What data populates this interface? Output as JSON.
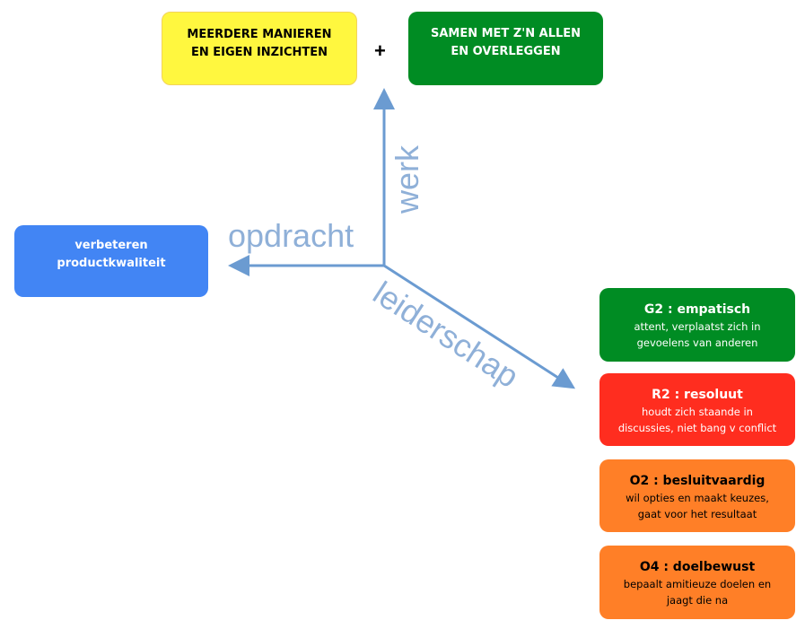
{
  "top_boxes": [
    {
      "text_1": "MEERDERE MANIEREN",
      "text_2": "EN EIGEN INZICHTEN",
      "color": "#fff73f"
    },
    {
      "text_1": "SAMEN MET Z'N ALLEN",
      "text_2": "EN OVERLEGGEN",
      "color": "#008c23"
    }
  ],
  "plus": "+",
  "left_box": {
    "text_1": "verbeteren",
    "text_2": "productkwaliteit",
    "color": "#4285f4"
  },
  "axes": {
    "up": "werk",
    "left": "opdracht",
    "diagonal": "leiderschap",
    "color": "#6b9bd1"
  },
  "right_boxes": [
    {
      "title": "G2 : empatisch",
      "desc_1": "attent, verplaatst zich in",
      "desc_2": "gevoelens van anderen",
      "color": "#008c23"
    },
    {
      "title": "R2 : resoluut",
      "desc_1": "houdt zich staande in",
      "desc_2": "discussies, niet bang v conflict",
      "color": "#ff2d1f"
    },
    {
      "title": "O2 : besluitvaardig",
      "desc_1": "wil opties en maakt keuzes,",
      "desc_2": "gaat voor het resultaat",
      "color": "#ff7f27"
    },
    {
      "title": "O4 : doelbewust",
      "desc_1": "bepaalt amitieuze doelen en",
      "desc_2": "jaagt die na",
      "color": "#ff7f27"
    }
  ]
}
